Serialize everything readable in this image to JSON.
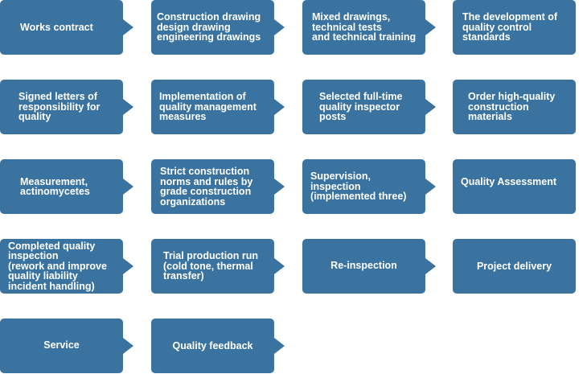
{
  "colors": {
    "box_fill": "#3a73a0",
    "text": "#ffffff",
    "background": "#ffffff"
  },
  "steps": [
    {
      "label": "Works contract"
    },
    {
      "label": "Construction drawing\ndesign drawing\nengineering drawings"
    },
    {
      "label": "Mixed drawings,\ntechnical tests\nand technical training"
    },
    {
      "label": "The development of\nquality control\nstandards"
    },
    {
      "label": "Signed letters of\nresponsibility for\nquality"
    },
    {
      "label": "Implementation of\nquality management\nmeasures"
    },
    {
      "label": "Selected full-time\nquality inspector\nposts"
    },
    {
      "label": "Order high-quality\nconstruction\nmaterials"
    },
    {
      "label": "Measurement,\nactinomycetes"
    },
    {
      "label": "Strict construction\nnorms and rules by\ngrade construction\norganizations"
    },
    {
      "label": "Supervision,\ninspection\n(implemented three)"
    },
    {
      "label": "Quality Assessment"
    },
    {
      "label": "Completed quality\ninspection\n(rework and improve\nquality liability\nincident handling)"
    },
    {
      "label": "Trial production run\n(cold tone, thermal\ntransfer)"
    },
    {
      "label": "Re-inspection"
    },
    {
      "label": "Project delivery"
    },
    {
      "label": "Service"
    },
    {
      "label": "Quality feedback"
    }
  ]
}
